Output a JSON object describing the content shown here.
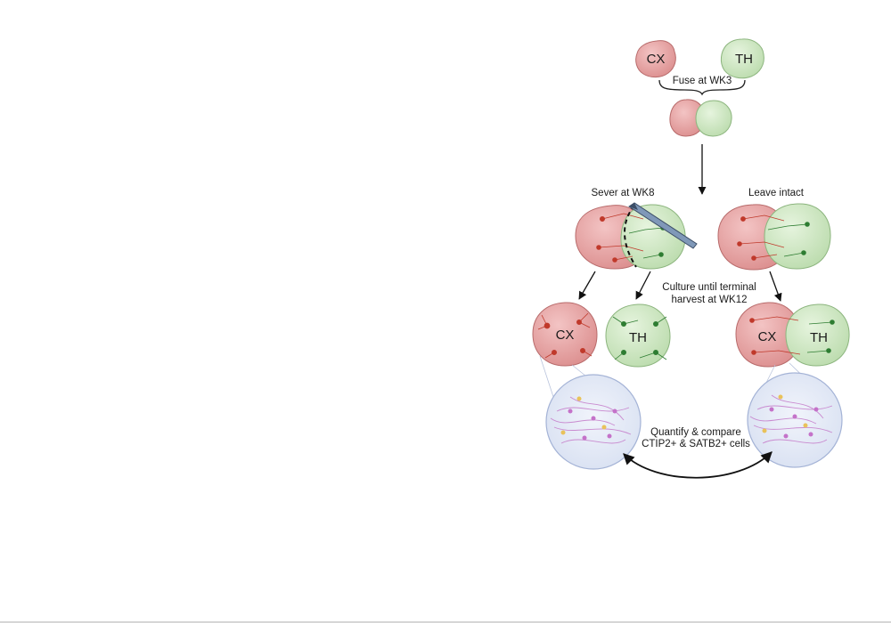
{
  "labels": {
    "cx": "CX",
    "th": "TH",
    "fuse": "Fuse at WK3",
    "sever": "Sever at WK8",
    "leave": "Leave intact",
    "culture_line1": "Culture until terminal",
    "culture_line2": "harvest at WK12",
    "quantify_line1": "Quantify & compare",
    "quantify_line2": "CTIP2+ & SATB2+ cells"
  },
  "colors": {
    "cx_fill": "#e8a3a3",
    "cx_stroke": "#b86b6b",
    "th_fill": "#cfe8c2",
    "th_stroke": "#8cb57e",
    "neuron_red": "#c0392b",
    "neuron_green": "#2e7d32",
    "zoom_fill": "#e6ecf8",
    "zoom_stroke": "#a4b3d6",
    "arrow": "#111111"
  }
}
